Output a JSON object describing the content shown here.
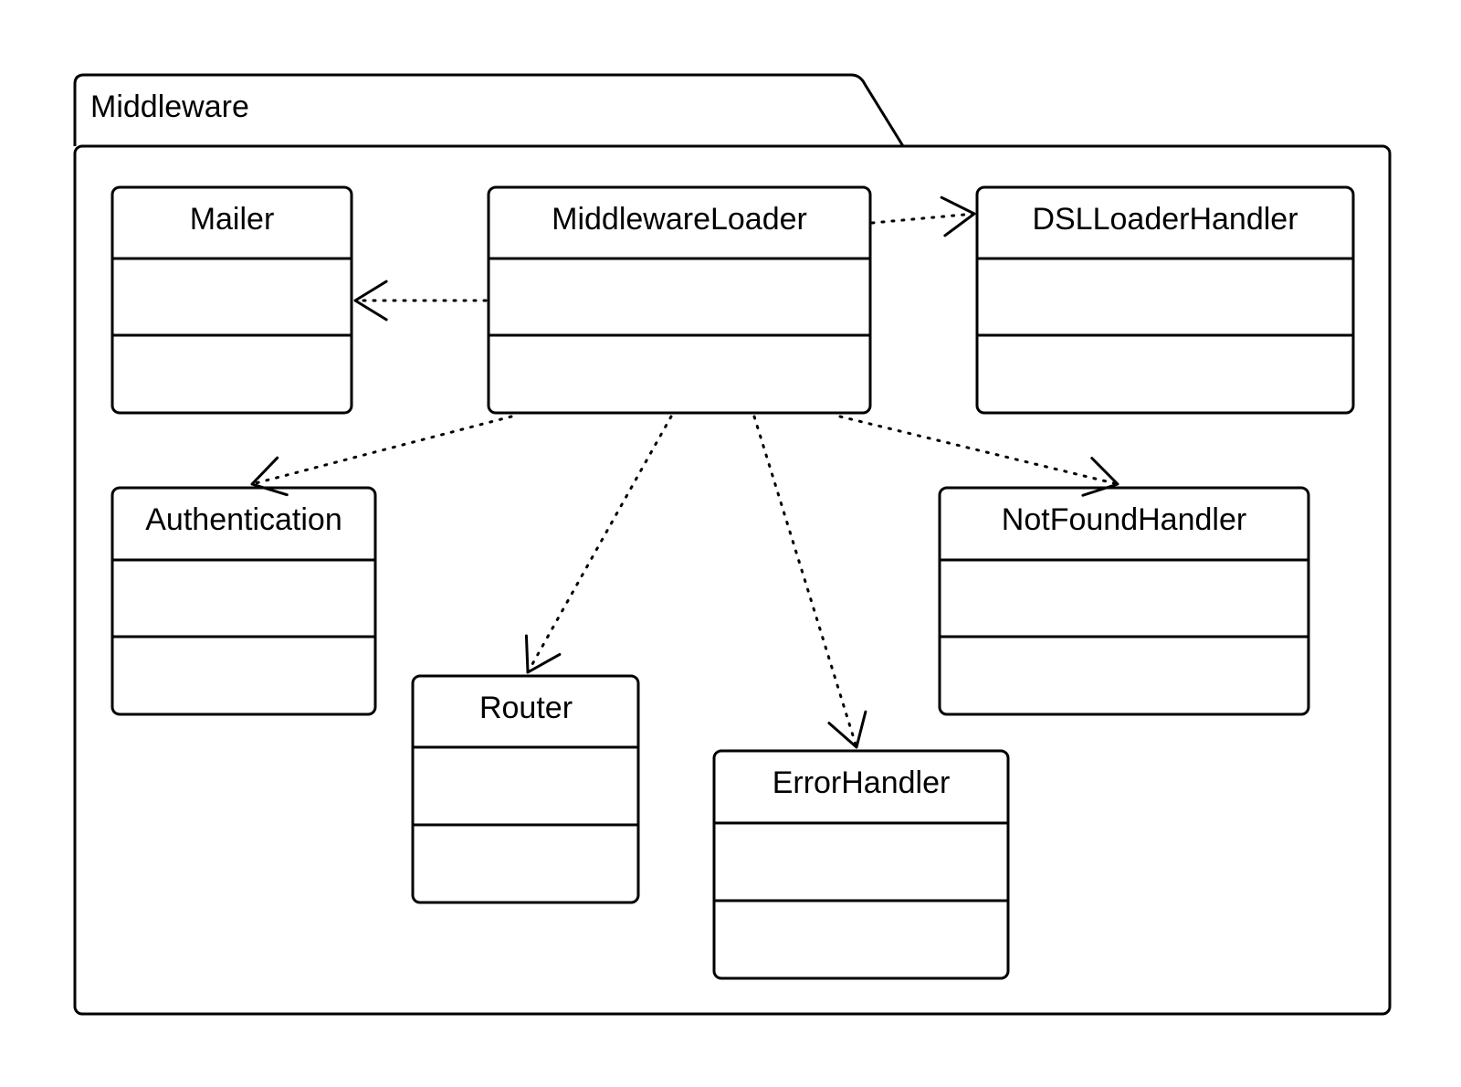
{
  "package": {
    "name": "Middleware"
  },
  "classes": [
    {
      "id": "mailer",
      "name": "Mailer"
    },
    {
      "id": "middleware-loader",
      "name": "MiddlewareLoader"
    },
    {
      "id": "dsl-loader-handler",
      "name": "DSLLoaderHandler"
    },
    {
      "id": "authentication",
      "name": "Authentication"
    },
    {
      "id": "not-found-handler",
      "name": "NotFoundHandler"
    },
    {
      "id": "router",
      "name": "Router"
    },
    {
      "id": "error-handler",
      "name": "ErrorHandler"
    }
  ],
  "dependencies": [
    {
      "from": "middleware-loader",
      "to": "mailer"
    },
    {
      "from": "middleware-loader",
      "to": "dsl-loader-handler"
    },
    {
      "from": "middleware-loader",
      "to": "authentication"
    },
    {
      "from": "middleware-loader",
      "to": "router"
    },
    {
      "from": "middleware-loader",
      "to": "error-handler"
    },
    {
      "from": "middleware-loader",
      "to": "not-found-handler"
    }
  ]
}
